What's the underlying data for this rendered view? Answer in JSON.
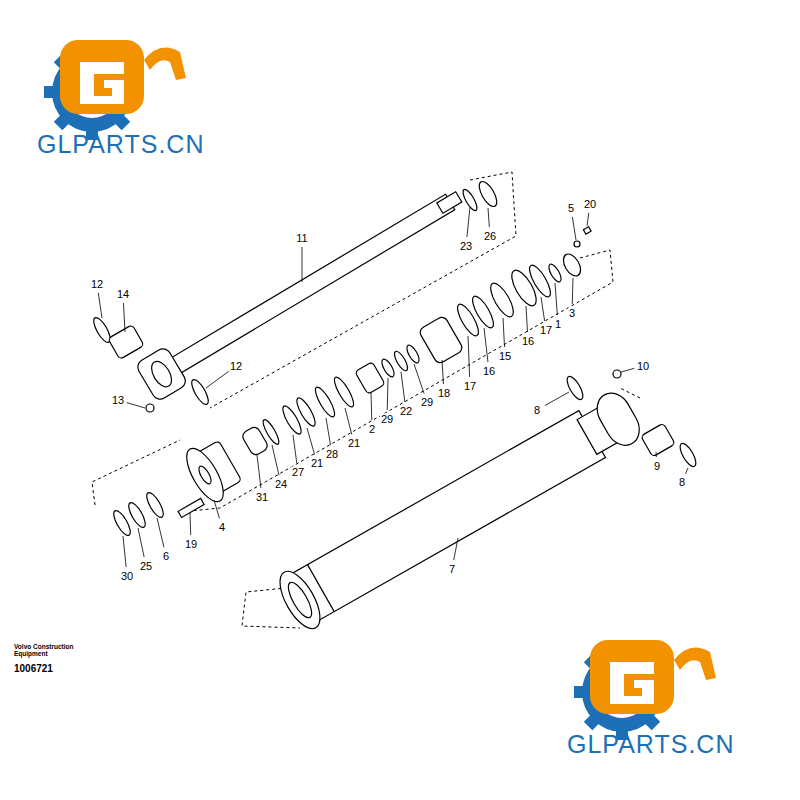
{
  "diagram": {
    "labels": [
      "11",
      "23",
      "26",
      "12",
      "14",
      "12",
      "13",
      "5",
      "20",
      "1",
      "3",
      "17",
      "16",
      "15",
      "16",
      "17",
      "18",
      "29",
      "22",
      "29",
      "2",
      "21",
      "28",
      "21",
      "27",
      "24",
      "31",
      "4",
      "19",
      "6",
      "25",
      "30",
      "10",
      "8",
      "9",
      "8",
      "7",
      "GLPARTS.CN",
      "GLPARTS.CN",
      "Volvo Construction Equipment",
      "1006721"
    ]
  }
}
